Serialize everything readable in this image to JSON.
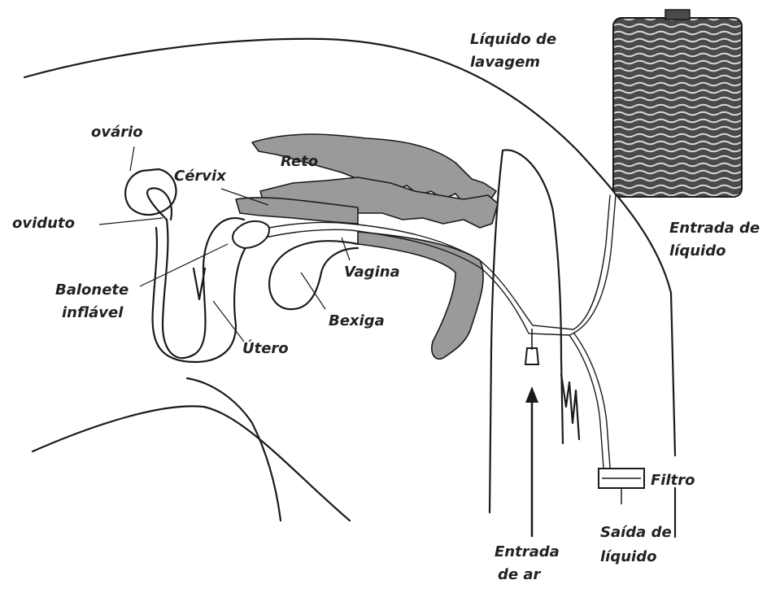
{
  "labels": {
    "liquido_lavagem_1": "Líquido de",
    "liquido_lavagem_2": "lavagem",
    "ovario": "ovário",
    "reto": "Reto",
    "cervix": "Cérvix",
    "oviduto": "oviduto",
    "entrada_liquido_1": "Entrada de",
    "entrada_liquido_2": "líquido",
    "balonete_1": "Balonete",
    "balonete_2": "inflável",
    "vagina": "Vagina",
    "bexiga": "Bexiga",
    "utero": "Útero",
    "filtro": "Filtro",
    "saida_liquido_1": "Saída de",
    "saida_liquido_2": "líquido",
    "entrada_ar_1": "Entrada",
    "entrada_ar_2": "de ar"
  },
  "colors": {
    "ink": "#1a1a1a",
    "tissue": "#9a9a9a",
    "container_fill": "#555555"
  }
}
